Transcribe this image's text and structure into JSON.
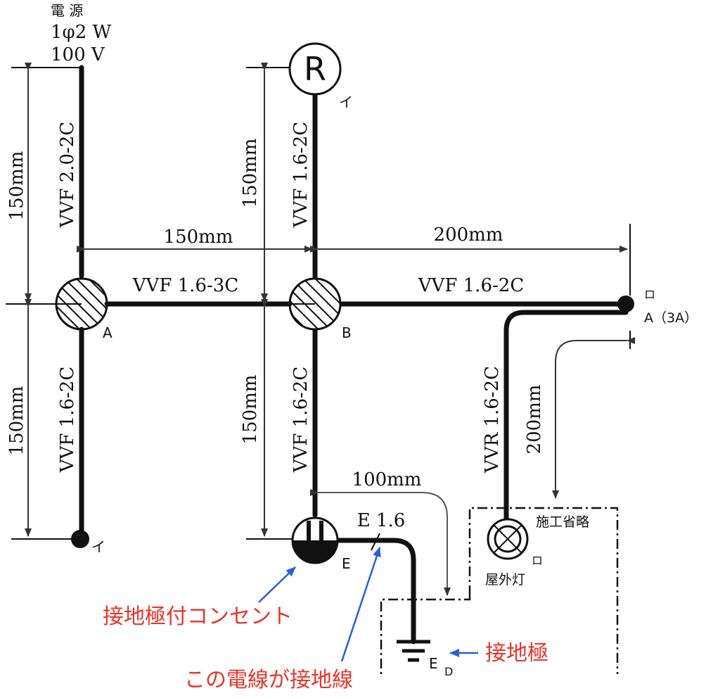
{
  "power_source": {
    "title": "電 源",
    "phase": "1φ2 W",
    "voltage": "100 V"
  },
  "cables": {
    "source_vertical": "VVF 2.0-2C",
    "light_to_b": "VVF 1.6-2C",
    "a_to_b": "VVF 1.6-3C",
    "b_to_lamp": "VVF 1.6-2C",
    "a_down": "VVF 1.6-2C",
    "b_down": "VVF 1.6-2C",
    "outdoor": "VVR 1.6-2C",
    "earth": "E 1.6"
  },
  "dimensions": {
    "left_upper": "150mm",
    "left_lower": "150mm",
    "mid_upper": "150mm",
    "mid_lower": "150mm",
    "a_to_b": "150mm",
    "b_to_right": "200mm",
    "right_vertical": "200mm",
    "to_ground": "100mm"
  },
  "symbols": {
    "receptacle": "R",
    "box_a": "A",
    "box_b": "B",
    "outlet_e": "E",
    "switch_i_left": "イ",
    "light_i": "イ",
    "switch_ro": "ロ",
    "switch_rating": "A（3A）",
    "outdoor_light_ro": "ロ",
    "outdoor_light": "屋外灯",
    "omitted": "施工省略",
    "ground_e": "E",
    "ground_d": "D"
  },
  "annotations": {
    "outlet_with_ground": "接地極付コンセント",
    "this_wire_is_ground": "この電線が接地線",
    "ground_electrode": "接地極"
  },
  "colors": {
    "line": "#111111",
    "annotation_text": "#e8352b",
    "annotation_arrow": "#2a5fd6",
    "dim_line": "#333333",
    "leader": "#555555"
  }
}
